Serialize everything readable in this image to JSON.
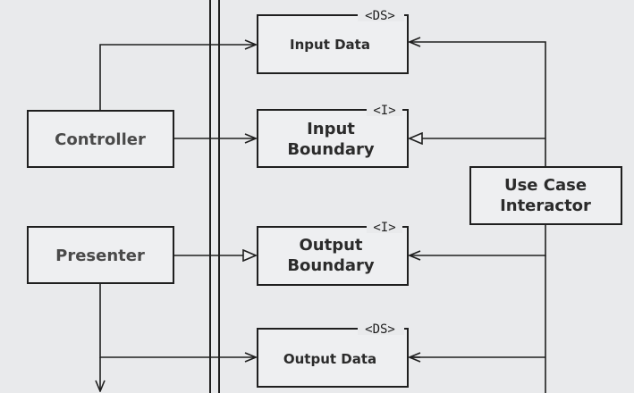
{
  "boxes": {
    "controller": {
      "label": "Controller"
    },
    "presenter": {
      "label": "Presenter"
    },
    "input_data": {
      "label": "Input Data",
      "stereotype": "<DS>"
    },
    "input_boundary": {
      "label_lines": [
        "Input",
        "Boundary"
      ],
      "stereotype": "<I>"
    },
    "output_boundary": {
      "label_lines": [
        "Output",
        "Boundary"
      ],
      "stereotype": "<I>"
    },
    "output_data": {
      "label": "Output Data",
      "stereotype": "<DS>"
    },
    "interactor": {
      "label_lines": [
        "Use Case",
        "Interactor"
      ]
    }
  },
  "colors": {
    "background": "#e9eaec",
    "stroke": "#1f1f1f",
    "box_fill": "#eeeff1"
  }
}
